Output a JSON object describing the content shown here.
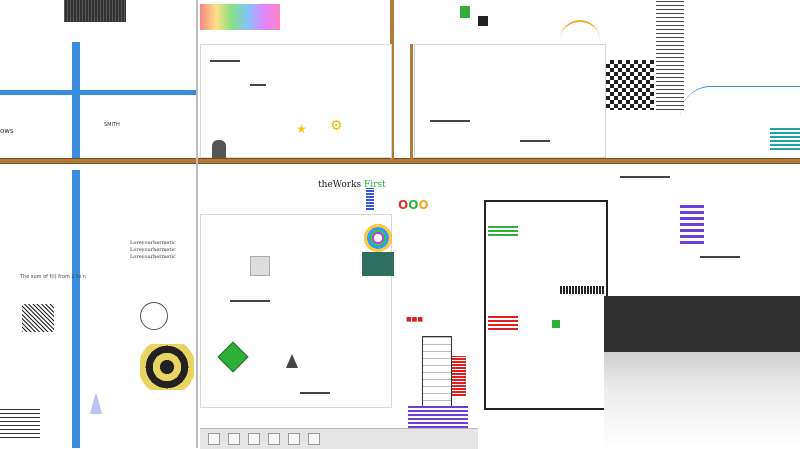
{
  "window": {
    "side_label_left": "ows",
    "small_label": "SMITH",
    "center_logo_text": "theWorks",
    "center_logo_suffix": "First",
    "formula_text": "The sum of f(i) from 2 to n",
    "repeat_line": "Loreyourhermetic"
  },
  "colors": {
    "road": "#b07a3a",
    "accent_blue": "#3a8ddc",
    "dark": "#2b2b2b",
    "red": "#e02020",
    "green": "#2fae3a",
    "purple": "#6b3fd6",
    "teal": "#1fa3a3"
  },
  "icons": [
    "star-icon",
    "gear-icon",
    "spiral-icon",
    "diamond-icon",
    "triangle-icon",
    "circle-icon"
  ],
  "toolbar": {
    "buttons": [
      "tool-1",
      "tool-2",
      "tool-3",
      "tool-4",
      "tool-5",
      "tool-6"
    ]
  }
}
